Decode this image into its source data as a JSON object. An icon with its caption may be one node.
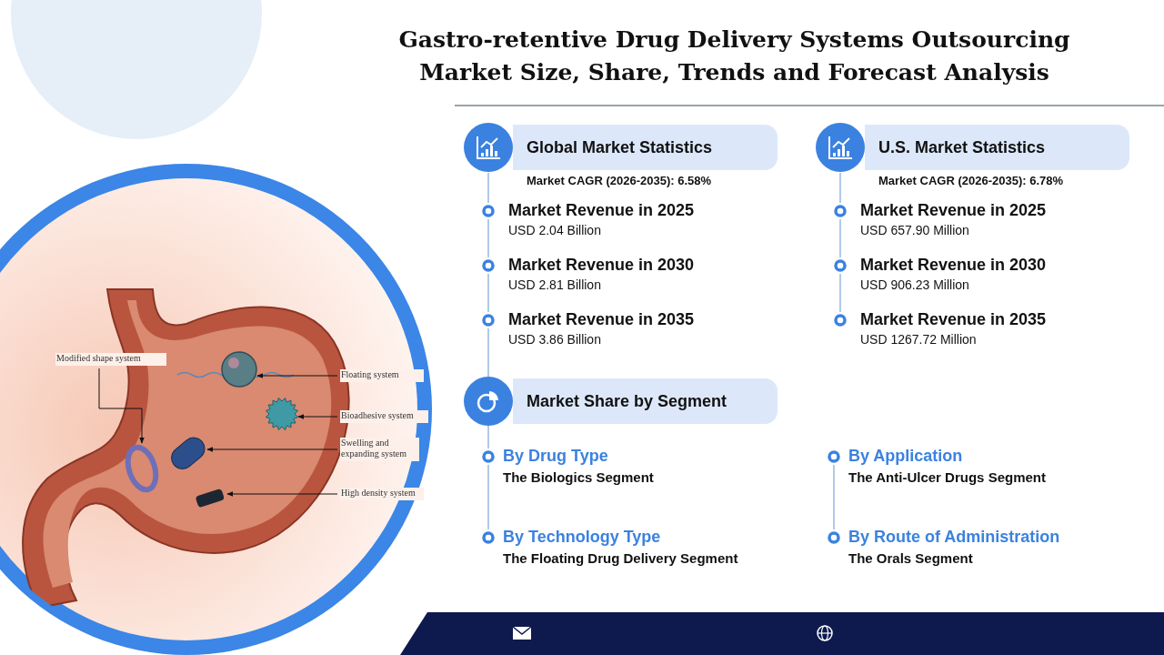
{
  "diagram": {
    "title": "Gastro-retentive Drug Delivery Systems Outsourcing Market Size, Share, Trends and Forecast Analysis",
    "nodes": [
      {
        "text": [
          "Modified shape system"
        ]
      },
      {
        "text": [],
        "shape": "circle"
      },
      {
        "text": [
          "Floating system"
        ]
      },
      {
        "text": [],
        "shape": "circle"
      },
      {
        "text": [
          "Bioadhesive system"
        ]
      },
      {
        "text": [],
        "shape": "circle"
      },
      {
        "text": [
          "Swelling and expanding system"
        ]
      },
      {
        "text": [],
        "shape": "cylinder"
      },
      {
        "text": [
          "High density system"
        ]
      },
      {
        "text": [],
        "shape": "cylinder"
      },
      {
        "text": [
          "Global Market Statistics"
        ],
        "beside": [
          "Market CAGR (2026-2035): 6.58%"
        ]
      },
      {
        "text": [
          "U.S. Market Statistics"
        ],
        "beside": [
          "Market CAGR (2026-2035): 6.78%"
        ]
      },
      {
        "text": [
          "Market Share by Segment"
        ]
      }
    ],
    "edges": [
      {
        "from": 0,
        "to": 1,
        "arrow": "to"
      },
      {
        "from": 2,
        "to": 3,
        "arrow": "to"
      },
      {
        "from": 4,
        "to": 5,
        "arrow": "to"
      },
      {
        "from": 6,
        "to": 7,
        "arrow": "to"
      },
      {
        "from": 8,
        "to": 9,
        "arrow": "to"
      }
    ],
    "labels": [
      "Market Revenue in 2025",
      "USD 2.04 Billion",
      "Market Revenue in 2030",
      "USD 2.81 Billion",
      "Market Revenue in 2035",
      "USD 3.86 Billion",
      "Market Revenue in 2025",
      "USD 657.90 Million",
      "Market Revenue in 2030",
      "USD 906.23 Million",
      "Market Revenue in 2035",
      "USD 1267.72 Million",
      "By Drug Type",
      "The Biologics Segment",
      "By Application",
      "The Anti-Ulcer Drugs Segment",
      "By Technology Type",
      "The Floating Drug Delivery Segment",
      "By Route of Administration",
      "The Orals Segment"
    ]
  }
}
